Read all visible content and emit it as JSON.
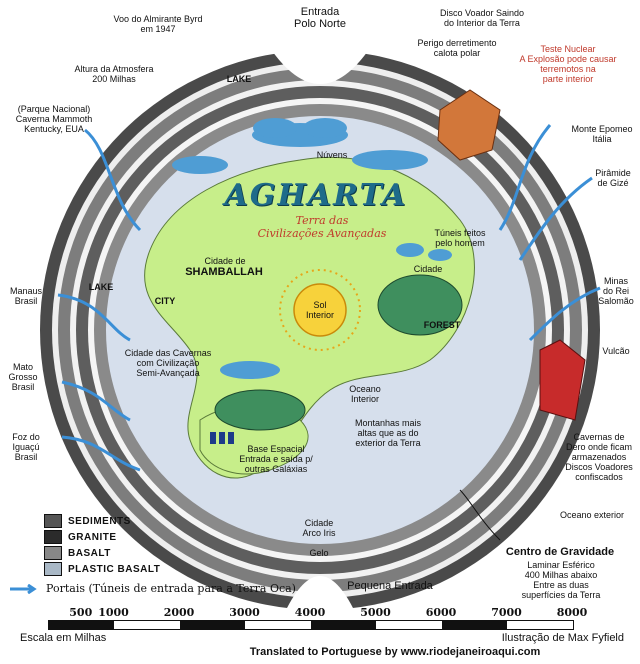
{
  "diagram": {
    "top_labels": {
      "entrance_north": "Entrada\nPolo Norte",
      "byrd_flight": "Voo do Almirante Byrd\nem 1947",
      "flying_disc": "Disco Voador Saindo\ndo Interior da Terra",
      "melted_cap": "Perigo derretimento\ncalota polar",
      "nuclear_test": "Teste Nuclear\nA Explosão pode causar\nterremotos na\nparte interior",
      "atmosphere": "Altura da Atmosfera\n200 Milhas"
    },
    "left_labels": {
      "mammoth_cave": "(Parque Nacional)\nCaverna Mammoth\nKentucky, EUA",
      "manaus": "Manaus\nBrasil",
      "mato_grosso": "Mato\nGrosso\nBrasil",
      "foz_iguacu": "Foz do\nIguaçú\nBrasil"
    },
    "right_labels": {
      "epomeo": "Monte Epomeo\nItália",
      "giza": "Pirâmide\nde Gizé",
      "solomon": "Minas\ndo Rei\nSalomão",
      "volcano": "Vulcão",
      "dero_caves": "Cavernas de\nDero onde ficam\narmazenados\nDiscos Voadores\nconfiscados",
      "outer_ocean": "Oceano exterior"
    },
    "interior_labels": {
      "clouds": "Núvens",
      "agharta": "AGHARTA",
      "agharta_sub": "Terra das\nCivilizações Avançadas",
      "shamballah_prefix": "Cidade de",
      "shamballah": "SHAMBALLAH",
      "city": "CITY",
      "tunnels": "Túneis feitos\npelo homem",
      "cidade": "Cidade",
      "sun": "Sol\nInterior",
      "forest": "FOREST",
      "cave_cities": "Cidade das Cavernas\ncom Civilização\nSemi-Avançada",
      "inner_ocean": "Oceano\nInterior",
      "mountains": "Montanhas mais\naltas que as do\nexterior da Terra",
      "space_base": "Base Espacial\nEntrada e saída p/\noutras Galáxias",
      "rainbow_city": "Cidade\nArco Iris",
      "ice": "Gelo",
      "lake_1": "LAKE",
      "lake_2": "LAKE"
    },
    "bottom_labels": {
      "small_entrance": "Pequena Entrada",
      "gravity_center": "Centro de Gravidade",
      "gravity_desc": "Laminar Esférico\n400 Milhas abaixo\nEntre as duas\nsuperfícies da Terra"
    },
    "legend": [
      {
        "label": "SEDIMENTS",
        "color": "#555555"
      },
      {
        "label": "GRANITE",
        "color": "#2b2b2b"
      },
      {
        "label": "BASALT",
        "color": "#888888"
      },
      {
        "label": "PLASTIC BASALT",
        "color": "#a9b8c6"
      }
    ],
    "portals_legend": "Portais (Túneis de entrada para a Terra Oca)",
    "scale": {
      "ticks": [
        "500",
        "1000",
        "2000",
        "3000",
        "4000",
        "5000",
        "6000",
        "7000",
        "8000"
      ],
      "label": "Escala em Milhas"
    },
    "credits": {
      "illustration": "Ilustração de Max Fyfield",
      "translation": "Translated to Portuguese by www.riodejaneiroaqui.com"
    },
    "colors": {
      "land": "#c7ee8a",
      "ocean": "#d6dfec",
      "cloud": "#4f9dd4",
      "forest": "#3f8f5e",
      "sun": "#f7d23b",
      "portal": "#3b8fd6",
      "crust_outer": "#5a5a5a",
      "crust_inner": "#9ea7b0",
      "explosion": "#d2773a",
      "volcano": "#c72b2b"
    }
  }
}
